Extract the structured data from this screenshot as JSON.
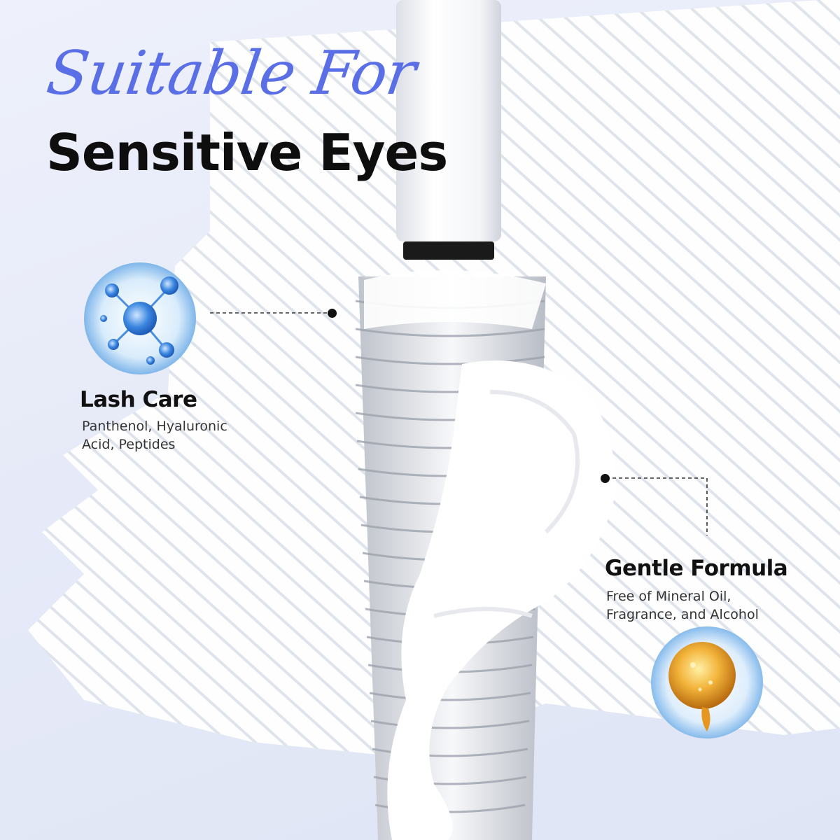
{
  "header": {
    "script_title": "Suitable For",
    "main_title": "Sensitive Eyes"
  },
  "features": [
    {
      "title": "Lash Care",
      "description_line1": "Panthenol, Hyaluronic",
      "description_line2": "Acid, Peptides",
      "icon": "molecule-icon"
    },
    {
      "title": "Gentle Formula",
      "description_line1": "Free of Mineral Oil,",
      "description_line2": "Fragrance, and Alcohol",
      "icon": "oil-drop-icon"
    }
  ],
  "colors": {
    "accent": "#5a6fe6",
    "title": "#0e0e0e",
    "background": "#e8ecf9"
  }
}
